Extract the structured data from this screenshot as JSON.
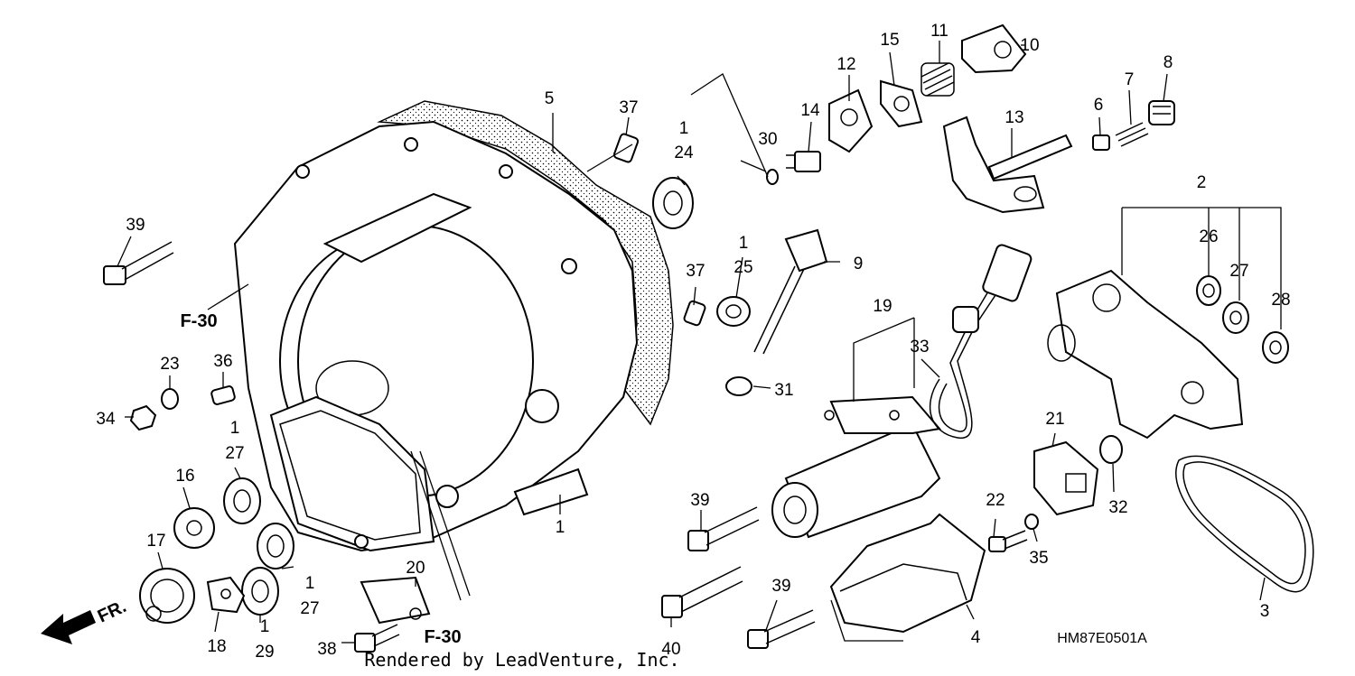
{
  "diagram": {
    "code": "HM87E0501A",
    "credit": "Rendered by LeadVenture, Inc.",
    "fr_label": "FR.",
    "refs": [
      {
        "id": "ref-f30-upper",
        "text": "F-30"
      },
      {
        "id": "ref-f30-lower",
        "text": "F-30"
      }
    ],
    "callouts": [
      {
        "id": "c-1a",
        "text": "1"
      },
      {
        "id": "c-24",
        "text": "24"
      },
      {
        "id": "c-1b",
        "text": "1"
      },
      {
        "id": "c-25",
        "text": "25"
      },
      {
        "id": "c-1c",
        "text": "1"
      },
      {
        "id": "c-27a",
        "text": "27"
      },
      {
        "id": "c-1d",
        "text": "1"
      },
      {
        "id": "c-27b",
        "text": "27"
      },
      {
        "id": "c-1e",
        "text": "1"
      },
      {
        "id": "c-29",
        "text": "29"
      },
      {
        "id": "c-1f",
        "text": "1"
      },
      {
        "id": "c-2",
        "text": "2"
      },
      {
        "id": "c-3",
        "text": "3"
      },
      {
        "id": "c-4",
        "text": "4"
      },
      {
        "id": "c-5",
        "text": "5"
      },
      {
        "id": "c-6",
        "text": "6"
      },
      {
        "id": "c-7",
        "text": "7"
      },
      {
        "id": "c-8",
        "text": "8"
      },
      {
        "id": "c-9",
        "text": "9"
      },
      {
        "id": "c-10",
        "text": "10"
      },
      {
        "id": "c-11",
        "text": "11"
      },
      {
        "id": "c-12",
        "text": "12"
      },
      {
        "id": "c-13",
        "text": "13"
      },
      {
        "id": "c-14",
        "text": "14"
      },
      {
        "id": "c-15",
        "text": "15"
      },
      {
        "id": "c-16",
        "text": "16"
      },
      {
        "id": "c-17",
        "text": "17"
      },
      {
        "id": "c-18",
        "text": "18"
      },
      {
        "id": "c-19",
        "text": "19"
      },
      {
        "id": "c-20",
        "text": "20"
      },
      {
        "id": "c-21",
        "text": "21"
      },
      {
        "id": "c-22",
        "text": "22"
      },
      {
        "id": "c-23",
        "text": "23"
      },
      {
        "id": "c-26",
        "text": "26"
      },
      {
        "id": "c-27c",
        "text": "27"
      },
      {
        "id": "c-28",
        "text": "28"
      },
      {
        "id": "c-30",
        "text": "30"
      },
      {
        "id": "c-31",
        "text": "31"
      },
      {
        "id": "c-32",
        "text": "32"
      },
      {
        "id": "c-33",
        "text": "33"
      },
      {
        "id": "c-34",
        "text": "34"
      },
      {
        "id": "c-35",
        "text": "35"
      },
      {
        "id": "c-36",
        "text": "36"
      },
      {
        "id": "c-37a",
        "text": "37"
      },
      {
        "id": "c-37b",
        "text": "37"
      },
      {
        "id": "c-38",
        "text": "38"
      },
      {
        "id": "c-39a",
        "text": "39"
      },
      {
        "id": "c-39b",
        "text": "39"
      },
      {
        "id": "c-39c",
        "text": "39"
      },
      {
        "id": "c-40",
        "text": "40"
      }
    ]
  }
}
